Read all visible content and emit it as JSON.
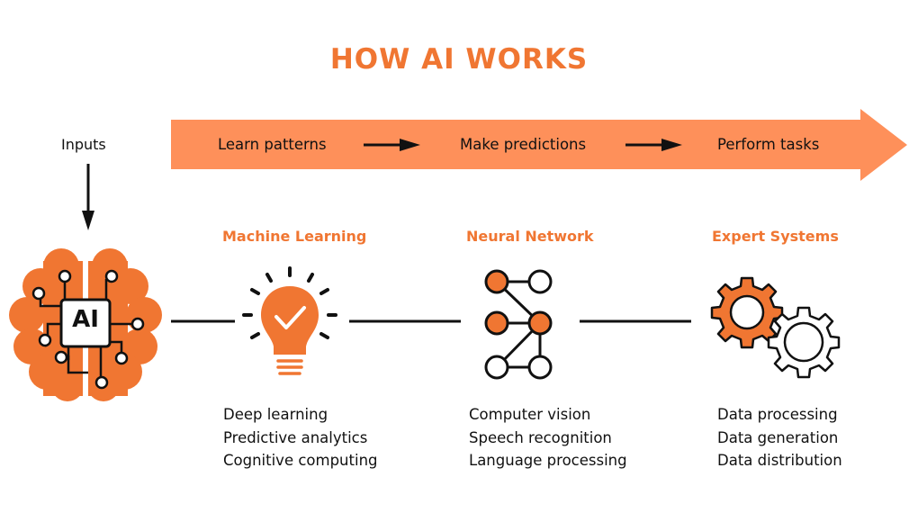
{
  "title": "HOW AI WORKS",
  "colors": {
    "accent": "#f07632",
    "band": "#fe905a",
    "text": "#111111",
    "line": "#111111"
  },
  "inputs_label": "Inputs",
  "center_icon": {
    "icon": "ai-brain-icon",
    "chip_text": "AI"
  },
  "flow_steps": [
    {
      "label": "Learn patterns"
    },
    {
      "label": "Make predictions"
    },
    {
      "label": "Perform tasks"
    }
  ],
  "categories": [
    {
      "title": "Machine Learning",
      "icon": "lightbulb-check-icon",
      "items": [
        "Deep learning",
        "Predictive analytics",
        "Cognitive computing"
      ]
    },
    {
      "title": "Neural Network",
      "icon": "neural-network-icon",
      "items": [
        "Computer vision",
        "Speech recognition",
        "Language processing"
      ]
    },
    {
      "title": "Expert Systems",
      "icon": "gears-icon",
      "items": [
        "Data processing",
        "Data generation",
        "Data distribution"
      ]
    }
  ]
}
